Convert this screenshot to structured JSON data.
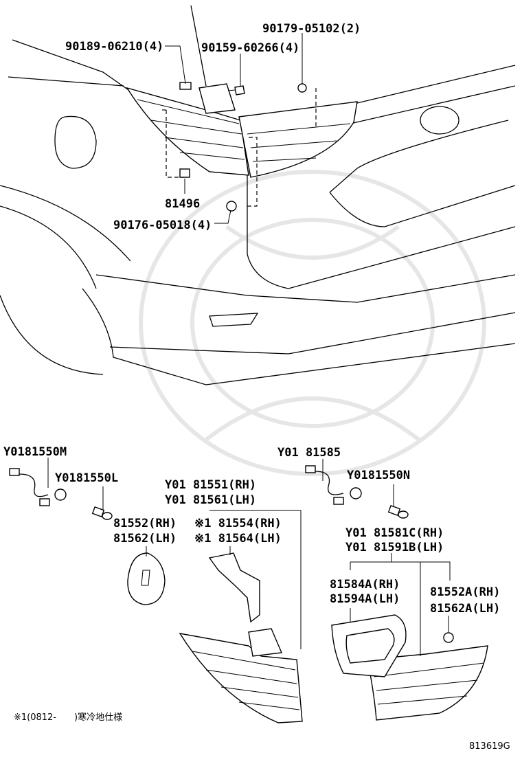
{
  "diagram_id": "813619G",
  "footnote": "※1(0812-　　)寒冷地仕様",
  "labels": {
    "l90189": "90189-06210(4)",
    "l90159": "90159-60266(4)",
    "l90179": "90179-05102(2)",
    "l81496": "81496",
    "l90176": "90176-05018(4)",
    "l81550m": "Y0181550M",
    "l81550l": "Y0181550L",
    "l81585": "Y01 81585",
    "l81550n": "Y0181550N",
    "l81551": "Y01 81551(RH)",
    "l81561": "Y01 81561(LH)",
    "l81552": "81552(RH)",
    "l81562": "81562(LH)",
    "l81554": "※1 81554(RH)",
    "l81564": "※1 81564(LH)",
    "l81581c": "Y01 81581C(RH)",
    "l81591b": "Y01 81591B(LH)",
    "l81584a": "81584A(RH)",
    "l81594a": "81594A(LH)",
    "l81552a": "81552A(RH)",
    "l81562a": "81562A(LH)"
  }
}
